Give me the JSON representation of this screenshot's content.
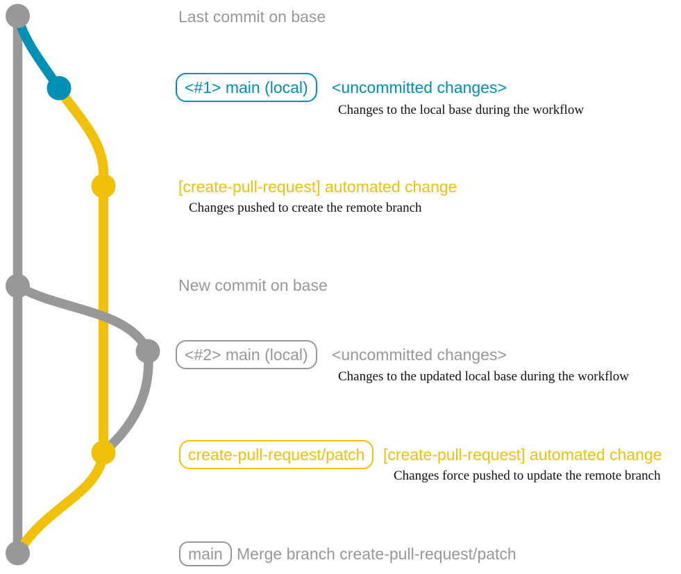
{
  "colors": {
    "base_gray": "#989898",
    "local_blue": "#008fb5",
    "remote_yellow": "#f1c109",
    "note_black": "#111111",
    "background": "#ffffff"
  },
  "graph": {
    "branches": [
      {
        "name": "base",
        "color": "#989898"
      },
      {
        "name": "main (local)",
        "color": "#008fb5"
      },
      {
        "name": "create-pull-request/patch",
        "color": "#f1c109"
      }
    ],
    "commit_dots": [
      {
        "id": "base-last-commit",
        "branch": "base"
      },
      {
        "id": "local-uncommitted-1",
        "branch": "main (local)"
      },
      {
        "id": "remote-automated-change-1",
        "branch": "create-pull-request/patch"
      },
      {
        "id": "base-new-commit",
        "branch": "base"
      },
      {
        "id": "local-uncommitted-2",
        "branch": "main (local)"
      },
      {
        "id": "remote-automated-change-2",
        "branch": "create-pull-request/patch"
      },
      {
        "id": "base-merge-commit",
        "branch": "base"
      }
    ]
  },
  "rows": [
    {
      "message": "Last commit on base"
    },
    {
      "branch_label": "<#1> main (local)",
      "message": "<uncommitted changes>",
      "note": "Changes to the local base during the workflow"
    },
    {
      "message": "[create-pull-request] automated change",
      "note": "Changes pushed to create the remote branch"
    },
    {
      "message": "New commit on base"
    },
    {
      "branch_label": "<#2> main (local)",
      "message": "<uncommitted changes>",
      "note": "Changes to the updated local base during the workflow"
    },
    {
      "branch_label": "create-pull-request/patch",
      "message": "[create-pull-request] automated change",
      "note": "Changes force pushed to update the remote branch"
    },
    {
      "branch_label": "main",
      "message": "Merge branch create-pull-request/patch"
    }
  ]
}
